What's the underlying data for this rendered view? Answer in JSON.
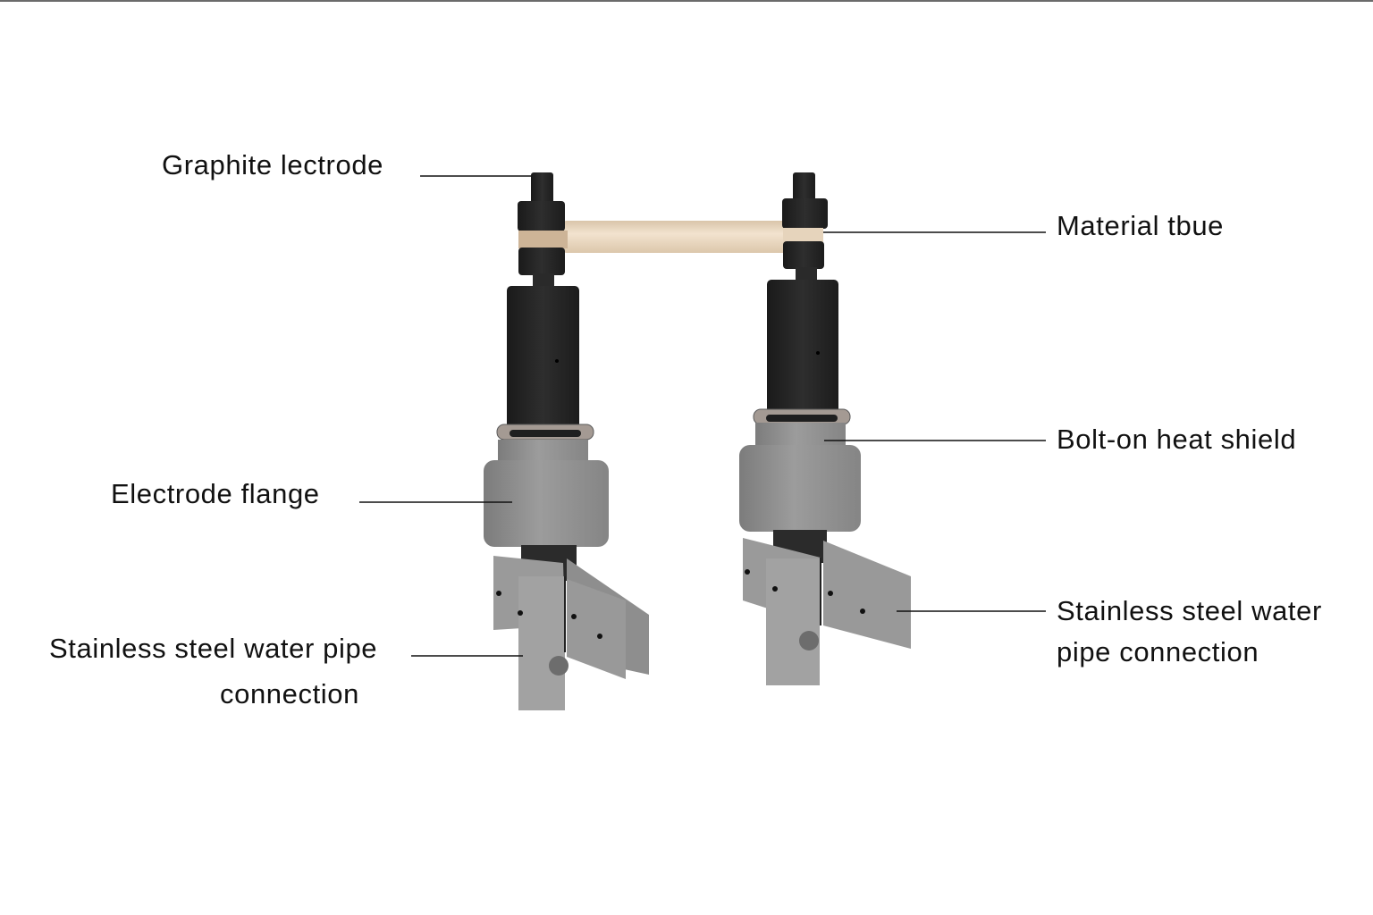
{
  "labels": {
    "graphite_electrode": "Graphite lectrode",
    "material_tube": "Material tbue",
    "bolt_on_heat_shield": "Bolt-on heat shield",
    "electrode_flange": "Electrode flange",
    "left_pipe_line1": "Stainless steel water pipe",
    "left_pipe_line2": "connection",
    "right_pipe_line1": "Stainless steel water",
    "right_pipe_line2": "pipe connection"
  },
  "colors": {
    "graphite": "#242424",
    "steel": "#8f8f8f",
    "tube": "#ecdac2",
    "leader": "#111111"
  }
}
